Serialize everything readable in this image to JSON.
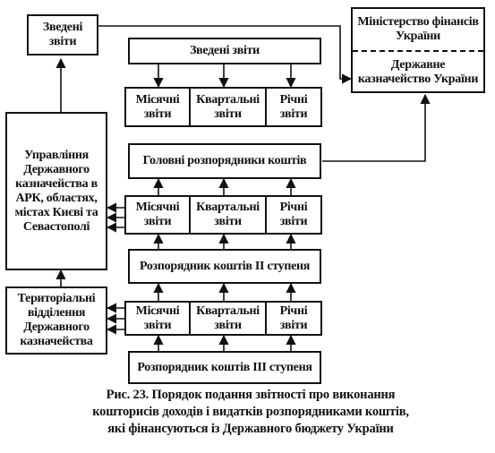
{
  "boxes": {
    "summary_left": "Зведені звіти",
    "ministry_top": "Міністерство фінансів України",
    "ministry_bottom": "Державне казначейство України",
    "summary_top": "Зведені звіти",
    "monthly": "Місячні звіти",
    "quarterly": "Квартальні звіти",
    "annual": "Річні звіти",
    "main_managers": "Головні розпорядники коштів",
    "treasury_admin": "Управління Державного казначейства в АРК, областях, містах Києві та Севастополі",
    "territorial": "Територіальні відділення Державного казначейства",
    "manager_level2": "Розпорядник коштів ІІ ступеня",
    "manager_level3": "Розпорядник коштів ІІІ ступеня"
  },
  "caption": {
    "line1": "Рис. 23. Порядок подання звітності про виконання",
    "line2": "кошторисів доходів і видатків розпорядниками коштів,",
    "line3": "які фінансуються із Державного бюджету України"
  }
}
